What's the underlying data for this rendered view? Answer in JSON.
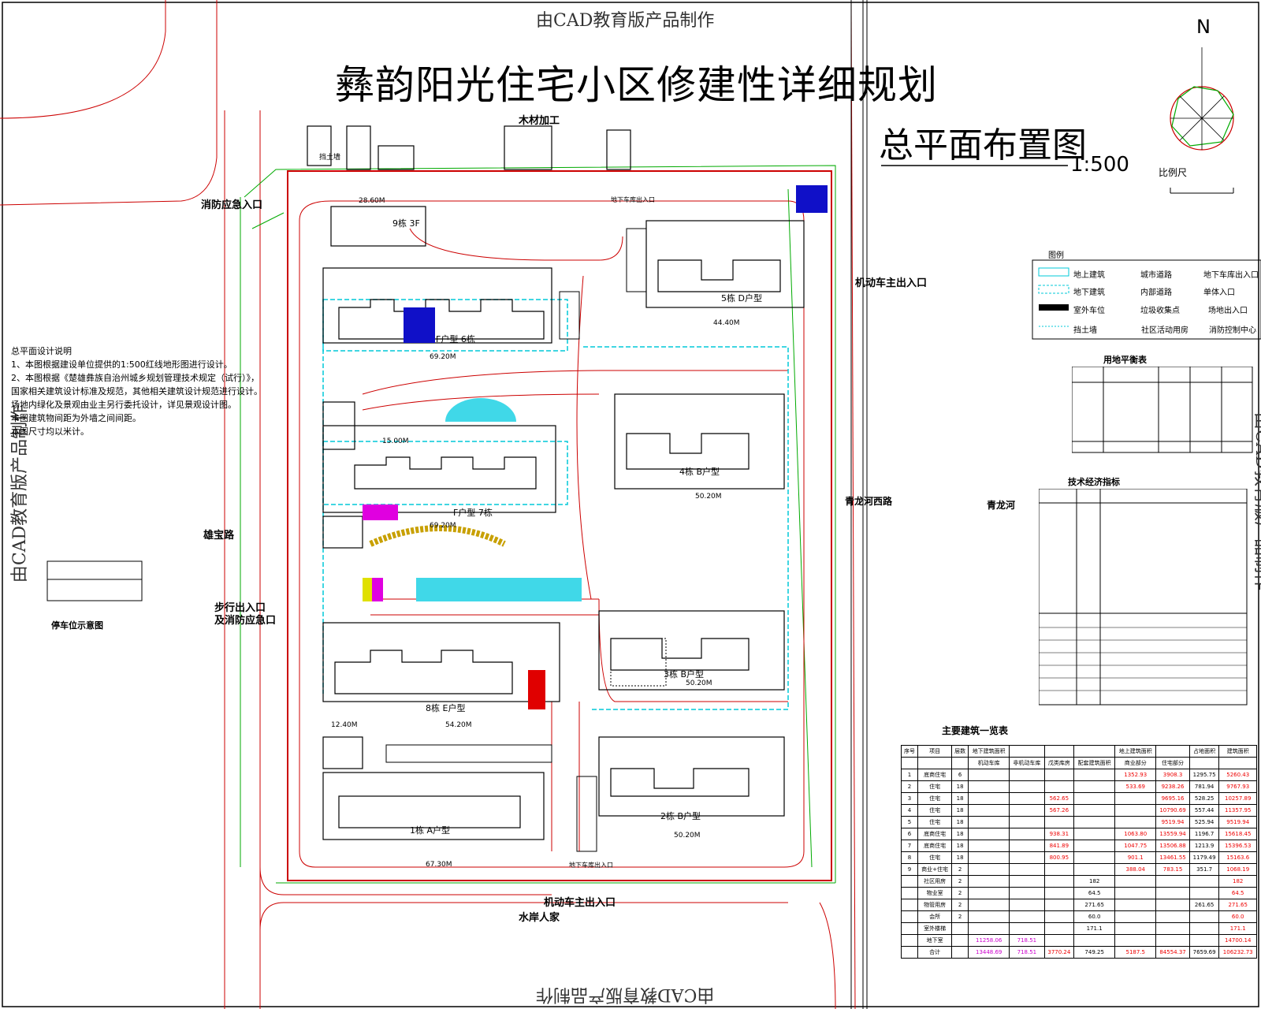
{
  "watermark_top": "由CAD教育版产品制作",
  "watermark_bottom": "由CAD教育版产品制作",
  "watermark_left": "由CAD教育版产品制作",
  "watermark_right": "由CAD教育版产品制作",
  "title": "彝韵阳光住宅小区修建性详细规划",
  "subtitle": "总平面布置图",
  "scale": "1:500",
  "north_label": "N",
  "scale_bar_label": "比例尺",
  "places": {
    "timber": "木材加工",
    "fire_entry": "消防应急入口",
    "xiongbao_road": "雄宝路",
    "ped_exit_1": "步行出入口",
    "ped_exit_2": "及消防应急口",
    "main_exit_east": "机动车主出入口",
    "main_exit_south": "机动车主出入口",
    "shuian": "水岸人家",
    "qinglong_west_road": "青龙河西路",
    "qinglong_river": "青龙河",
    "garage_entry_north": "地下车库出入口",
    "garage_entry_south": "地下车库出入口",
    "retaining_wall": "挡土墙",
    "parking_diagram": "停车位示意图"
  },
  "buildings": [
    {
      "name": "1栋",
      "type": "A户型"
    },
    {
      "name": "2栋",
      "type": "B户型"
    },
    {
      "name": "3栋",
      "type": "B户型"
    },
    {
      "name": "4栋",
      "type": "B户型"
    },
    {
      "name": "5栋",
      "type": "D户型"
    },
    {
      "name": "6栋",
      "type": "F户型"
    },
    {
      "name": "7栋",
      "type": "F户型"
    },
    {
      "name": "8栋",
      "type": "E户型"
    },
    {
      "name": "9栋",
      "type": "3F"
    }
  ],
  "dimensions": [
    "28.60M",
    "69.20M",
    "69.20M",
    "54.20M",
    "67.30M",
    "50.20M",
    "50.20M",
    "50.20M",
    "44.40M",
    "15.00M",
    "12.40M"
  ],
  "notes_title": "总平面设计说明",
  "notes": [
    "1、本图根据建设单位提供的1:500红线地形图进行设计。",
    "2、本图根据《楚雄彝族自治州城乡规划管理技术规定（试行）》，",
    "国家相关建筑设计标准及规范，其他相关建筑设计规范进行设计。",
    "场地内绿化及景观由业主另行委托设计，详见景观设计图。",
    "本图建筑物间距为外墙之间间距。",
    "本图尺寸均以米计。"
  ],
  "legend_title": "图例",
  "legend": [
    [
      "地上建筑",
      "城市道路",
      "地下车库出入口"
    ],
    [
      "地下建筑",
      "内部道路",
      "单体入口"
    ],
    [
      "室外车位",
      "垃圾收集点",
      "场地出入口"
    ],
    [
      "挡土墙",
      "社区活动用房",
      "消防控制中心"
    ]
  ],
  "land_table_title": "用地平衡表",
  "tech_table_title": "技术经济指标",
  "main_table_title": "主要建筑一览表",
  "main_table": {
    "headers": [
      "序号",
      "项目",
      "层数",
      "地下建筑面积",
      "",
      "",
      "",
      "地上建筑面积",
      "",
      "占地面积",
      "建筑面积"
    ],
    "subheaders": [
      "机动车库",
      "非机动车库",
      "戊类库房",
      "配套建筑面积",
      "商业部分",
      "住宅部分"
    ],
    "rows": [
      [
        "1",
        "底商住宅",
        "6",
        "",
        "",
        "",
        "",
        "1352.93",
        "3908.3",
        "1295.75",
        "5260.43"
      ],
      [
        "2",
        "住宅",
        "18",
        "",
        "",
        "",
        "",
        "533.69",
        "9238.26",
        "781.94",
        "9767.93"
      ],
      [
        "3",
        "住宅",
        "18",
        "",
        "",
        "562.65",
        "",
        "",
        "9695.16",
        "528.25",
        "10257.89"
      ],
      [
        "4",
        "住宅",
        "18",
        "",
        "",
        "567.26",
        "",
        "",
        "10790.69",
        "557.44",
        "11357.95"
      ],
      [
        "5",
        "住宅",
        "18",
        "",
        "",
        "",
        "",
        "",
        "9519.94",
        "525.94",
        "9519.94"
      ],
      [
        "6",
        "底商住宅",
        "18",
        "",
        "",
        "938.31",
        "",
        "1063.80",
        "13559.94",
        "1196.7",
        "15618.45"
      ],
      [
        "7",
        "底商住宅",
        "18",
        "",
        "",
        "841.89",
        "",
        "1047.75",
        "13506.88",
        "1213.9",
        "15396.53"
      ],
      [
        "8",
        "住宅",
        "18",
        "",
        "",
        "800.95",
        "",
        "901.1",
        "13461.55",
        "1179.49",
        "15163.6"
      ],
      [
        "9",
        "商业+住宅",
        "2",
        "",
        "",
        "",
        "",
        "388.04",
        "783.15",
        "351.7",
        "1068.19"
      ],
      [
        "",
        "社区用房",
        "2",
        "",
        "",
        "",
        "182",
        "",
        "",
        "",
        "182"
      ],
      [
        "",
        "物业室",
        "2",
        "",
        "",
        "",
        "64.5",
        "",
        "",
        "",
        "64.5"
      ],
      [
        "",
        "物管用房",
        "2",
        "",
        "",
        "",
        "271.65",
        "",
        "",
        "261.65",
        "271.65"
      ],
      [
        "",
        "会所",
        "2",
        "",
        "",
        "",
        "60.0",
        "",
        "",
        "",
        "60.0"
      ],
      [
        "",
        "室外楼梯",
        "",
        "",
        "",
        "",
        "171.1",
        "",
        "",
        "",
        "171.1"
      ],
      [
        "",
        "地下室",
        "",
        "11258.06",
        "718.51",
        "",
        "",
        "",
        "",
        "",
        "14700.14"
      ],
      [
        "",
        "合计",
        "",
        "13448.69",
        "718.51",
        "3770.24",
        "749.25",
        "5187.5",
        "84554.37",
        "7659.69",
        "106232.73"
      ]
    ]
  },
  "colors": {
    "building": "#000000",
    "redline": "#cc0000",
    "green": "#00b000",
    "cyan": "#00c8d8",
    "blue": "#1010c8",
    "magenta": "#e000e0"
  }
}
